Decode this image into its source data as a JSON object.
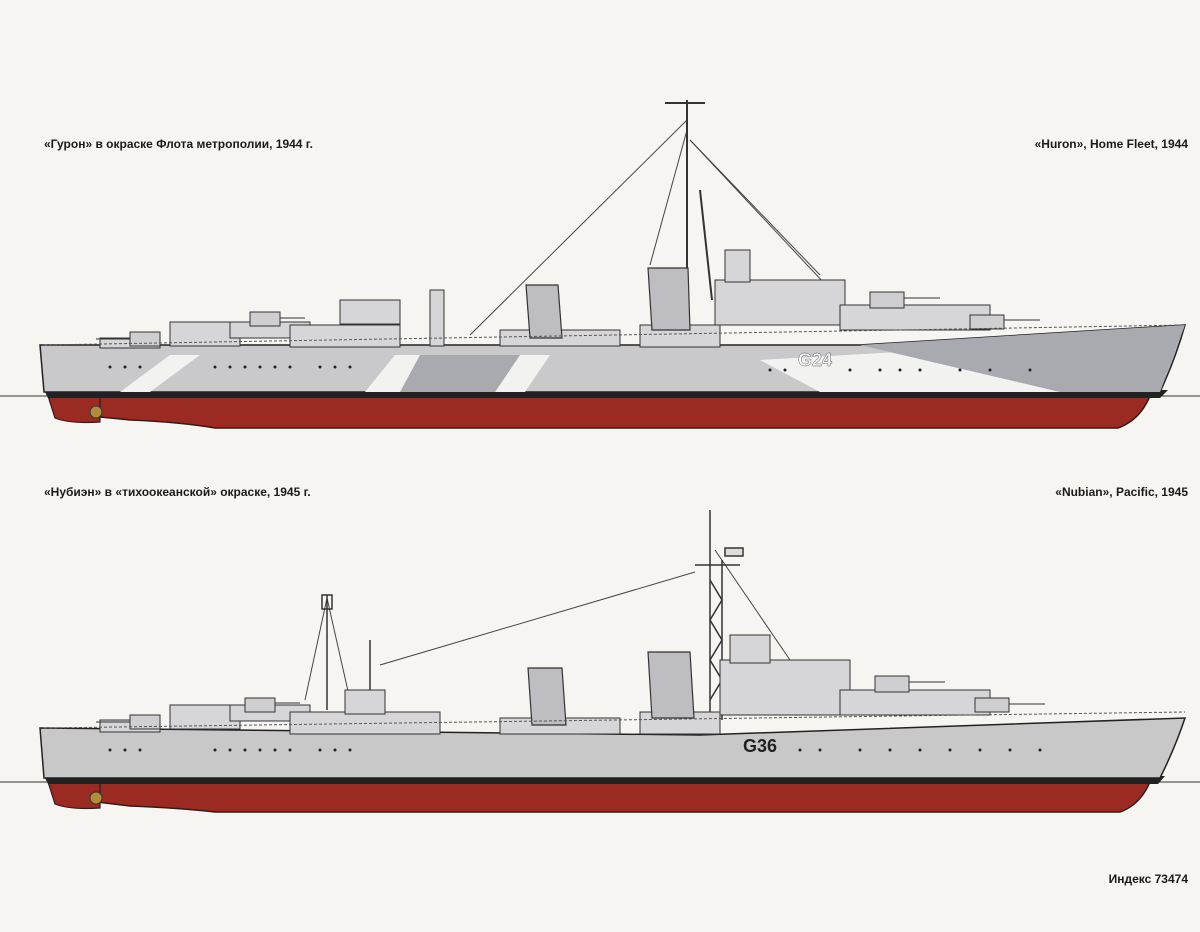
{
  "plates": [
    {
      "caption_ru": "«Гурон» в окраске Флота метрополии, 1944 г.",
      "caption_en": "«Huron», Home Fleet, 1944",
      "pennant": "G24",
      "scheme": "dazzle-camouflage",
      "colors": {
        "hull": "#c9c9cc",
        "camo_light": "#f2f2f0",
        "camo_dark": "#a9aab0",
        "lower_hull": "#9b2a22",
        "boot_top": "#222222"
      }
    },
    {
      "caption_ru": "«Нубиэн» в «тихоокеанской» окраске, 1945 г.",
      "caption_en": "«Nubian», Pacific, 1945",
      "pennant": "G36",
      "scheme": "light-grey",
      "colors": {
        "hull": "#c9c8c8",
        "lower_hull": "#9b2a22",
        "boot_top": "#222222"
      }
    }
  ],
  "footer": {
    "index": "Индекс 73474"
  }
}
